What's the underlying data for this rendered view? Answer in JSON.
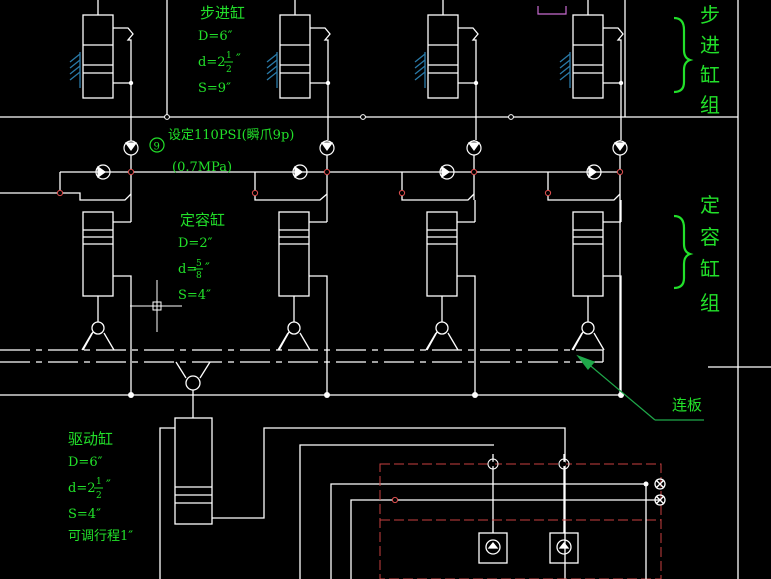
{
  "colors": {
    "background": "#000000",
    "line": "#ffffff",
    "label": "#22e02a",
    "hatch": "#2a7aa8",
    "frame_red": "#c84040",
    "pointer": "#1fa84a"
  },
  "stepper_group": {
    "title": "步进缸",
    "D": "D=6″",
    "d_prefix": "d=2",
    "d_num": "1",
    "d_den": "2",
    "d_suffix": "″",
    "S": "S=9″",
    "group_label": [
      "步",
      "进",
      "缸",
      "组"
    ]
  },
  "valve_setting": {
    "marker": "9",
    "text": "设定110PSI(瞬爪9p)",
    "mpa": "(0.7MPa)"
  },
  "metering_group": {
    "title": "定容缸",
    "D": "D=2″",
    "d_prefix": "d=",
    "d_num": "5",
    "d_den": "8",
    "d_suffix": "″",
    "S": "S=4″",
    "group_label": [
      "定",
      "容",
      "缸",
      "组"
    ]
  },
  "drive_cylinder": {
    "title": "驱动缸",
    "D": "D=6″",
    "d_prefix": "d=2",
    "d_num": "1",
    "d_den": "2",
    "d_suffix": "″",
    "S": "S=4″",
    "adjustable": "可调行程1″"
  },
  "link_plate_label": "连板",
  "icons": {
    "crosshair": "cad-crosshair-icon",
    "check_valve": "check-valve-icon",
    "pivot": "pivot-mount-icon",
    "valve_box": "pilot-valve-icon"
  }
}
